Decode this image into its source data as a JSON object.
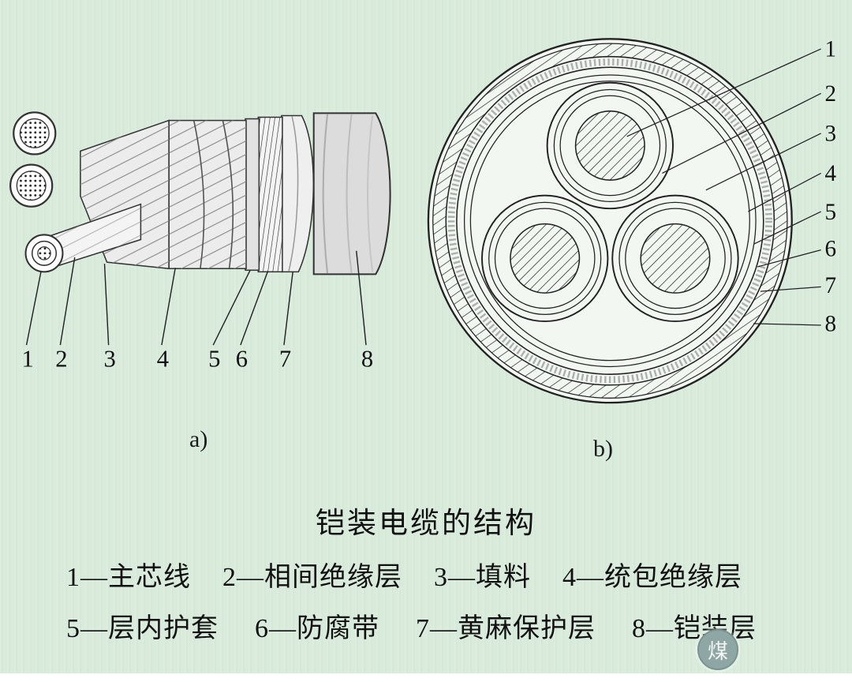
{
  "colors": {
    "background": "#d9ecdc",
    "line": "#222222",
    "watermark_badge": "#8fa7a4"
  },
  "figure": {
    "title": "铠装电缆的结构",
    "diagram_a": {
      "caption": "a)",
      "labels": [
        "1",
        "2",
        "3",
        "4",
        "5",
        "6",
        "7",
        "8"
      ]
    },
    "diagram_b": {
      "caption": "b)",
      "labels": [
        "1",
        "2",
        "3",
        "4",
        "5",
        "6",
        "7",
        "8"
      ]
    },
    "legend": {
      "row1": [
        "1—主芯线",
        "2—相间绝缘层",
        "3—填料",
        "4—统包绝缘层"
      ],
      "row2": [
        "5—层内护套",
        "6—防腐带",
        "7—黄麻保护层",
        "8—铠装层"
      ]
    },
    "watermark": "煤"
  }
}
